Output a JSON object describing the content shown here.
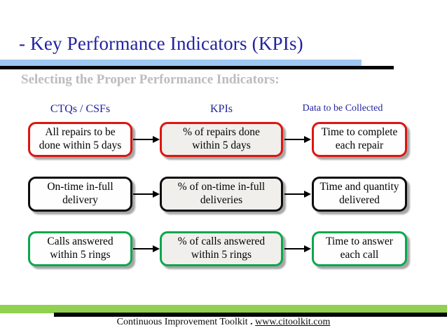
{
  "slide": {
    "title": "- Key Performance Indicators (KPIs)",
    "subtitle": "Selecting the Proper Performance Indicators:",
    "columns": [
      "CTQs / CSFs",
      "KPIs",
      "Data to be Collected"
    ],
    "rows": [
      {
        "accent": "red",
        "ctq": "All repairs to be\ndone within 5 days",
        "kpi": "% of repairs done\nwithin 5 days",
        "data": "Time to complete\neach repair"
      },
      {
        "accent": "black",
        "ctq": "On-time in-full\ndelivery",
        "kpi": "% of on-time in-full\ndeliveries",
        "data": "Time and quantity\ndelivered"
      },
      {
        "accent": "green",
        "ctq": "Calls answered\nwithin 5 rings",
        "kpi": "% of calls answered\nwithin 5 rings",
        "data": "Time to answer\neach call"
      }
    ],
    "footer": {
      "text": "Continuous Improvement Toolkit",
      "separator": " . ",
      "link": "www.citoolkit.com"
    },
    "colors": {
      "title_blue": "#22229E",
      "subtitle_gray": "#BCBCBC",
      "highlight_blue": "#9FC8F2",
      "rule_black": "#050505",
      "row_red": "#DC1610",
      "row_black": "#0D0D0D",
      "row_green": "#0AA74E",
      "kpi_box_gray": "#F0EFEC",
      "bottom_green": "#92D050"
    }
  }
}
